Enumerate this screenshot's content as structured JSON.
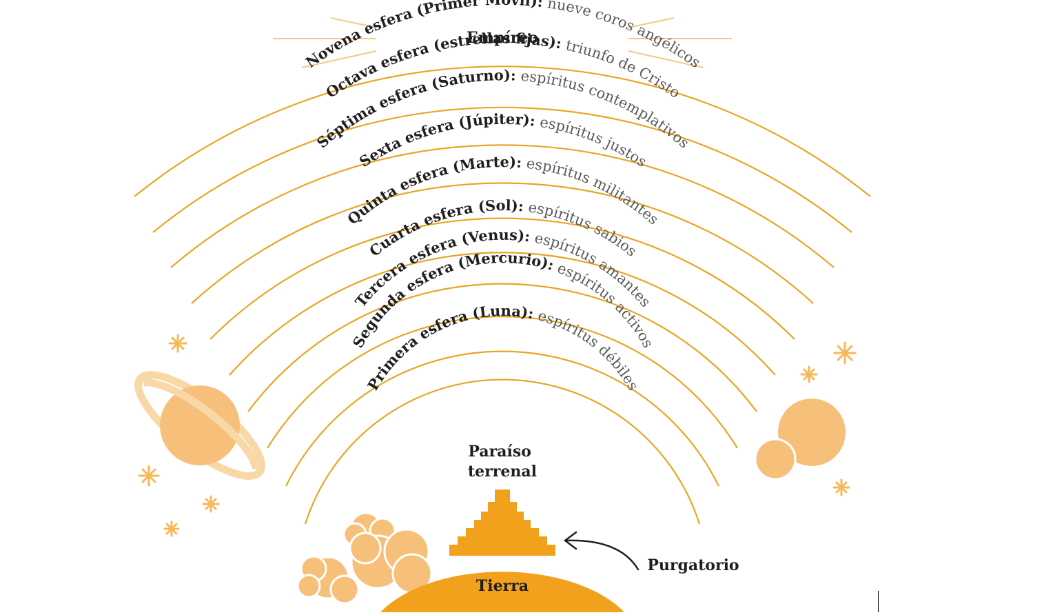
{
  "diagram": {
    "top_label": "Empíreo",
    "spheres": [
      {
        "name": "Novena esfera (Primer Móvil):",
        "desc": " nueve coros angélicos"
      },
      {
        "name": "Octava esfera (estrellas fijas):",
        "desc": " triunfo de Cristo"
      },
      {
        "name": "Séptima esfera (Saturno):",
        "desc": " espíritus contemplativos"
      },
      {
        "name": "Sexta esfera (Júpiter):",
        "desc": " espíritus justos"
      },
      {
        "name": "Quinta esfera (Marte):",
        "desc": " espíritus militantes"
      },
      {
        "name": "Cuarta esfera (Sol):",
        "desc": " espíritus sabios"
      },
      {
        "name": "Tercera esfera (Venus):",
        "desc": " espíritus amantes"
      },
      {
        "name": "Segunda esfera (Mercurio):",
        "desc": " espíritus activos"
      },
      {
        "name": "Primera esfera (Luna):",
        "desc": " espíritus débiles"
      }
    ],
    "paraiso_line1": "Paraíso",
    "paraiso_line2": "terrenal",
    "purgatorio": "Purgatorio",
    "tierra": "Tierra"
  },
  "colors": {
    "arc": "#e9a523",
    "earth": "#f2a11d",
    "mountain": "#f2a11d",
    "pale_orange": "#f7c07a",
    "ring": "#f9d8a8",
    "ray": "#f3c987",
    "text_dark": "#1f1f1f",
    "text_soft": "#5a5a5a"
  },
  "icons": {
    "stars": "sparkle-star-icon",
    "planet": "ringed-planet-icon",
    "moons": "double-sphere-icon",
    "clouds": "cloud-icon",
    "arrow": "curved-arrow-icon"
  }
}
